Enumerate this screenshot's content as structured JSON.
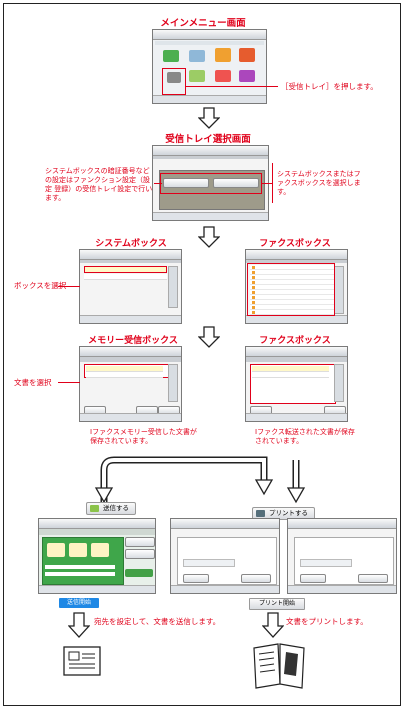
{
  "titles": {
    "main_menu": "メインメニュー画面",
    "inbox_select": "受信トレイ選択画面",
    "system_box_1": "システムボックス",
    "fax_box_1": "ファクスボックス",
    "memory_box": "メモリー受信ボックス",
    "fax_box_2": "ファクスボックス"
  },
  "notes": {
    "press_inbox": "［受信トレイ］を押します。",
    "system_settings": "システムボックスの暗証番号などの設定はファンクション設定（設定 登録）の受信トレイ設定で行います。",
    "select_system_or_fax": "システムボックスまたはファクスボックスを選択します。",
    "select_box": "ボックスを選択",
    "select_doc": "文書を選択",
    "fax_memory_saved": "Iファクスメモリー受信した文書が保存されています。",
    "fax_forward_saved": "Iファクス転送された文書が保存されています。",
    "send_desc": "宛先を設定して、文書を送信します。",
    "print_desc": "文書をプリントします。"
  },
  "buttons": {
    "send": "送信する",
    "print": "プリントする",
    "start_send": "送信開始",
    "start_print": "プリント開始"
  }
}
